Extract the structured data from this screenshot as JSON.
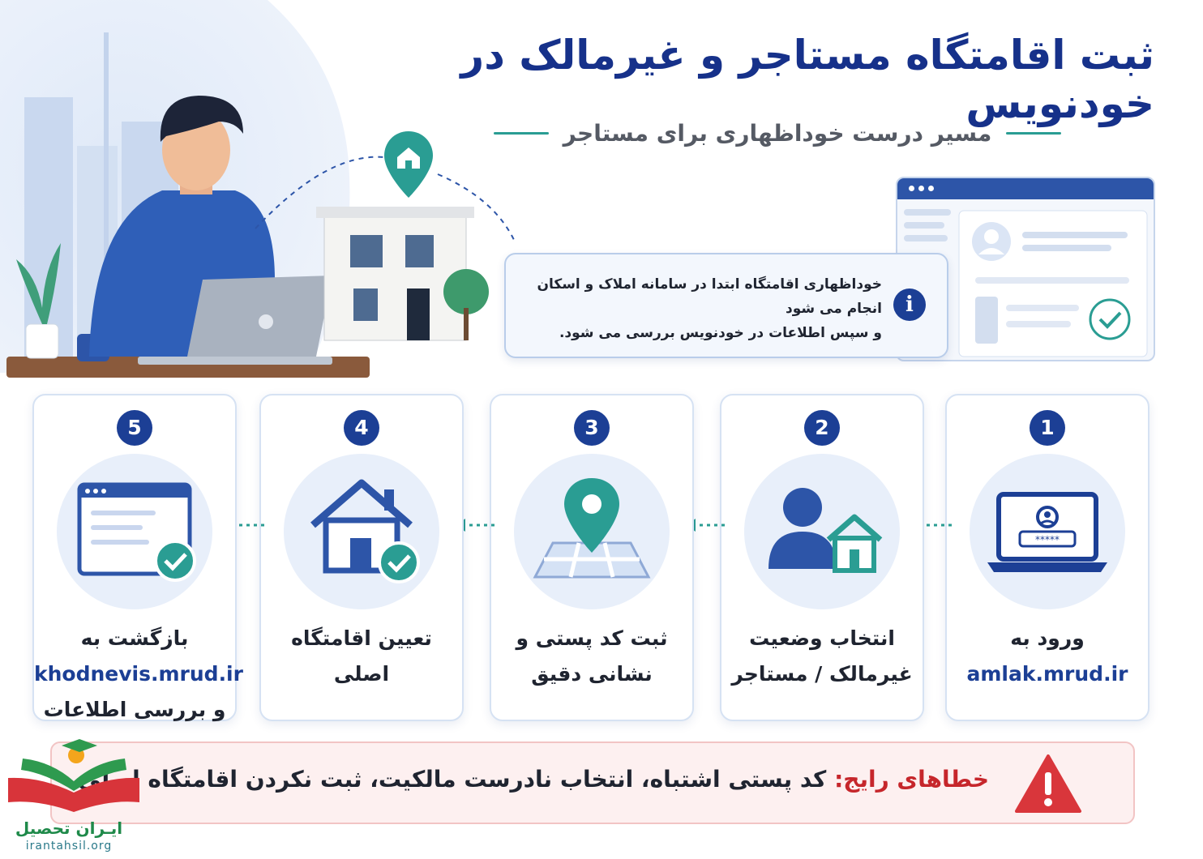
{
  "header": {
    "title": "ثبت اقامتگاه مستاجر و غیرمالک در خودنویس",
    "subtitle": "مسیر درست خوداظهاری برای مستاجر"
  },
  "info": {
    "line1": "خوداظهاری اقامتگاه ابتدا در سامانه املاک و اسکان انجام  می شود",
    "line2": "و سپس اطلاعات در خودنویس بررسی می شود."
  },
  "steps": [
    {
      "number": "1",
      "line1": "ورود به",
      "link": "amlak.mrud.ir",
      "line3": ""
    },
    {
      "number": "2",
      "line1": "انتخاب وضعیت",
      "line2": "غیرمالک / مستاجر"
    },
    {
      "number": "3",
      "line1": "ثبت کد پستی و",
      "line2": "نشانی دقیق"
    },
    {
      "number": "4",
      "line1": "تعیین اقامتگاه",
      "line2": "اصلی"
    },
    {
      "number": "5",
      "line1": "بازگشت به",
      "link": "khodnevis.mrud.ir",
      "line3": "و بررسی اطلاعات"
    }
  ],
  "warning": {
    "label": "خطاهای رایج:",
    "text": " کد پستی اشتباه، انتخاب نادرست مالکیت، ثبت نکردن اقامتگاه اصلی"
  },
  "logo": {
    "name": "ایـران تحصیل",
    "url": "irantahsil.org"
  },
  "colors": {
    "primary": "#1c3f95",
    "accent": "#2a9d93",
    "warning": "#c6262b"
  }
}
